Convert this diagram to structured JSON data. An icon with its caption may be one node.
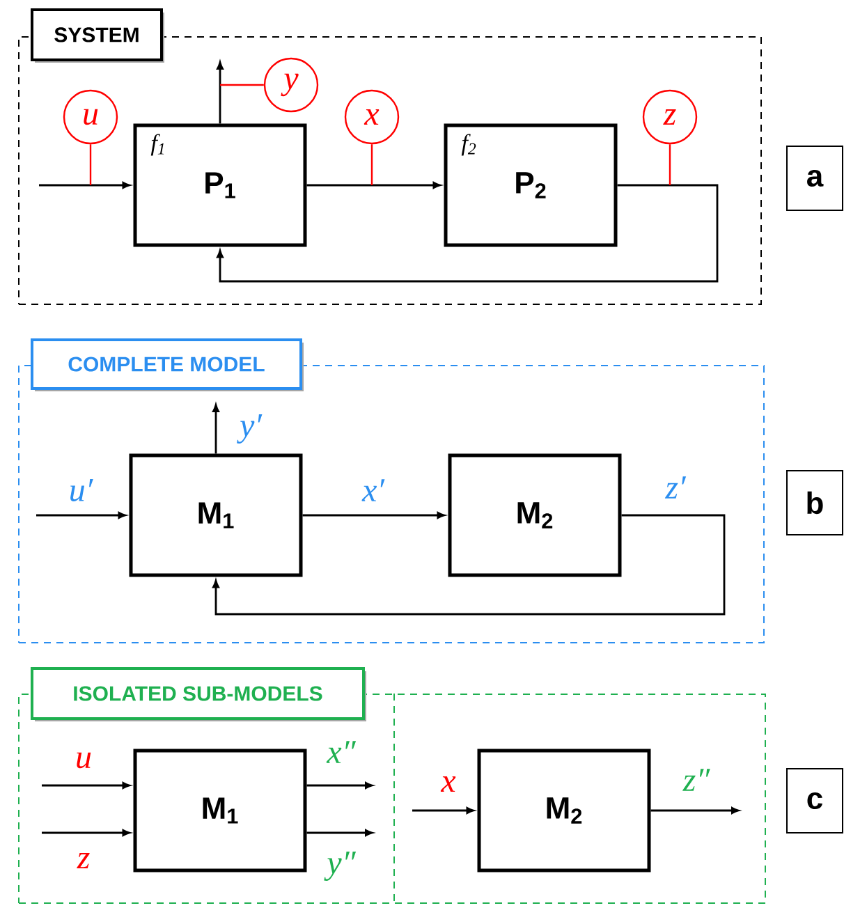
{
  "diagram": {
    "nodes": [
      {
        "text": [
          "SYSTEM"
        ]
      },
      {
        "text": [
          "P$_{1}$",
          "f$_{1}$"
        ],
        "in": 0
      },
      {
        "text": [
          "P$_{2}$",
          "f$_{2}$"
        ],
        "in": 0
      },
      {
        "text": [
          "u"
        ],
        "in": 0
      },
      {
        "text": [
          "y"
        ],
        "in": 0
      },
      {
        "text": [
          "x"
        ],
        "in": 0
      },
      {
        "text": [
          "z"
        ],
        "in": 0
      },
      {
        "text": [
          "a"
        ]
      },
      {
        "text": [
          "COMPLETE MODEL"
        ]
      },
      {
        "text": [
          "M$_{1}$"
        ],
        "in": 8
      },
      {
        "text": [
          "M$_{2}$"
        ],
        "in": 8
      },
      {
        "text": [
          "b"
        ]
      },
      {
        "text": [
          "ISOLATED SUB-MODELS"
        ]
      },
      {
        "text": [
          "M$_{1}$"
        ],
        "in": 12
      },
      {
        "text": [
          "M$_{2}$"
        ],
        "in": 12
      },
      {
        "text": [
          "c"
        ]
      }
    ],
    "edges": [
      {
        "from": null,
        "to": 1,
        "arrow": "to"
      },
      {
        "from": 1,
        "to": 2,
        "arrow": "to"
      },
      {
        "from": 2,
        "to": 1,
        "arrow": "to"
      },
      {
        "from": 1,
        "to": null,
        "arrow": "to"
      },
      {
        "from": 3,
        "to": null,
        "arrow": "none",
        "color": "#ff0000"
      },
      {
        "from": 4,
        "to": null,
        "arrow": "none",
        "color": "#ff0000"
      },
      {
        "from": 5,
        "to": null,
        "arrow": "none",
        "color": "#ff0000"
      },
      {
        "from": 6,
        "to": null,
        "arrow": "none",
        "color": "#ff0000"
      },
      {
        "from": null,
        "to": 9,
        "arrow": "to",
        "label": "u′"
      },
      {
        "from": 9,
        "to": 10,
        "arrow": "to",
        "label": "x′"
      },
      {
        "from": 10,
        "to": 9,
        "arrow": "to",
        "label": "z′"
      },
      {
        "from": 9,
        "to": null,
        "arrow": "to",
        "label": "y′"
      },
      {
        "from": null,
        "to": 13,
        "arrow": "to",
        "label": "u"
      },
      {
        "from": null,
        "to": 13,
        "arrow": "to",
        "label": "z"
      },
      {
        "from": 13,
        "to": null,
        "arrow": "to",
        "label": "x″"
      },
      {
        "from": 13,
        "to": null,
        "arrow": "to",
        "label": "y″"
      },
      {
        "from": null,
        "to": 14,
        "arrow": "to",
        "label": "x"
      },
      {
        "from": 14,
        "to": null,
        "arrow": "to",
        "label": "z″"
      }
    ]
  }
}
